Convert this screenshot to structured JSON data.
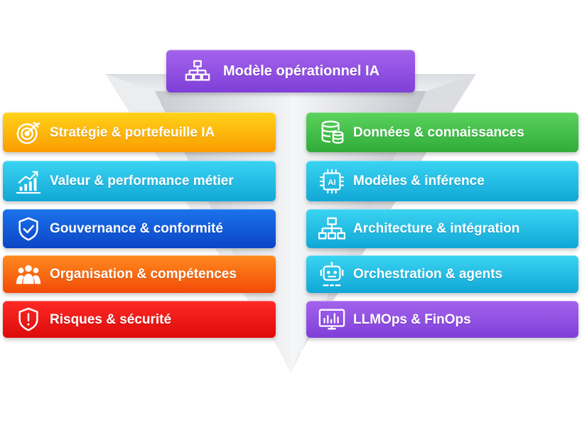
{
  "header": {
    "label": "Modèle opérationnel IA",
    "icon": "org-chart-icon"
  },
  "left_column": [
    {
      "label": "Stratégie & portefeuille IA",
      "icon": "target-icon",
      "color": "#fbb500"
    },
    {
      "label": "Valeur & performance métier",
      "icon": "growth-chart-icon",
      "color": "#22bde6"
    },
    {
      "label": "Gouvernance & conformité",
      "icon": "shield-check-icon",
      "color": "#135cdc"
    },
    {
      "label": "Organisation & compétences",
      "icon": "team-icon",
      "color": "#f86a12"
    },
    {
      "label": "Risques & sécurité",
      "icon": "shield-alert-icon",
      "color": "#ee1717"
    }
  ],
  "right_column": [
    {
      "label": "Données & connaissances",
      "icon": "database-icon",
      "color": "#45c049"
    },
    {
      "label": "Modèles & inférence",
      "icon": "ai-chip-icon",
      "color": "#22bde6"
    },
    {
      "label": "Architecture & intégration",
      "icon": "network-icon",
      "color": "#22bde6"
    },
    {
      "label": "Orchestration & agents",
      "icon": "robot-icon",
      "color": "#22bde6"
    },
    {
      "label": "LLMOps & FinOps",
      "icon": "monitor-chart-icon",
      "color": "#9150e2"
    }
  ],
  "icon_text": {
    "ai_chip": "AI"
  }
}
